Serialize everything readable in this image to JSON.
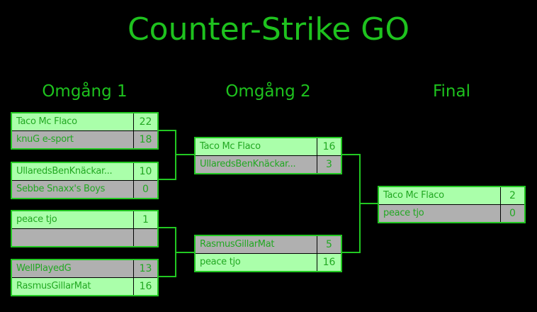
{
  "title": "Counter-Strike GO",
  "rounds": [
    {
      "label": "Omgång 1"
    },
    {
      "label": "Omgång 2"
    },
    {
      "label": "Final"
    }
  ],
  "matches": {
    "r1m1": [
      {
        "name": "Taco Mc Flaco",
        "score": "22"
      },
      {
        "name": "knuG e-sport",
        "score": "18"
      }
    ],
    "r1m2": [
      {
        "name": "UllaredsBenKnäckar...",
        "score": "10"
      },
      {
        "name": "Sebbe Snaxx's Boys",
        "score": "0"
      }
    ],
    "r1m3": [
      {
        "name": "peace tjo",
        "score": "1"
      },
      {
        "name": "",
        "score": ""
      }
    ],
    "r1m4": [
      {
        "name": "WellPlayedG",
        "score": "13"
      },
      {
        "name": "RasmusGillarMat",
        "score": "16"
      }
    ],
    "r2m1": [
      {
        "name": "Taco Mc Flaco",
        "score": "16"
      },
      {
        "name": "UllaredsBenKnäckar...",
        "score": "3"
      }
    ],
    "r2m2": [
      {
        "name": "RasmusGillarMat",
        "score": "5"
      },
      {
        "name": "peace tjo",
        "score": "16"
      }
    ],
    "final": [
      {
        "name": "Taco Mc Flaco",
        "score": "2"
      },
      {
        "name": "peace tjo",
        "score": "0"
      }
    ]
  },
  "colors": {
    "accent": "#1ec21e",
    "winner_row": "#aaffaa",
    "loser_row": "#b0b0b0"
  }
}
